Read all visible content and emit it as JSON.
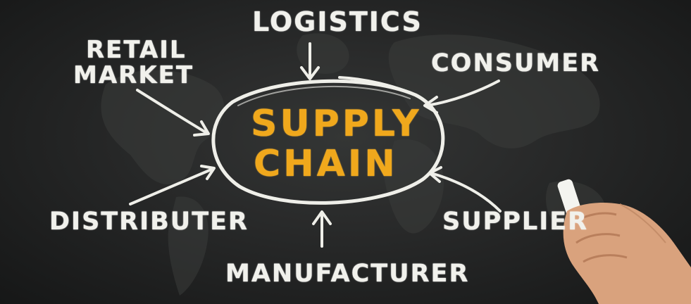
{
  "center": {
    "line1": "SUPPLY",
    "line2": "CHAIN",
    "color": "#f0a81c"
  },
  "nodes": {
    "logistics": "LOGISTICS",
    "retail_line1": "RETAIL",
    "retail_line2": "MARKET",
    "consumer": "CONSUMER",
    "distributer": "DISTRIBUTER",
    "supplier": "SUPPLIER",
    "manufacturer": "MANUFACTURER"
  },
  "colors": {
    "chalk": "#f1f1ec",
    "board": "#2a2b2b"
  },
  "icons": {
    "hand": "hand-holding-chalk-icon",
    "arrow": "chalk-arrow-icon"
  }
}
